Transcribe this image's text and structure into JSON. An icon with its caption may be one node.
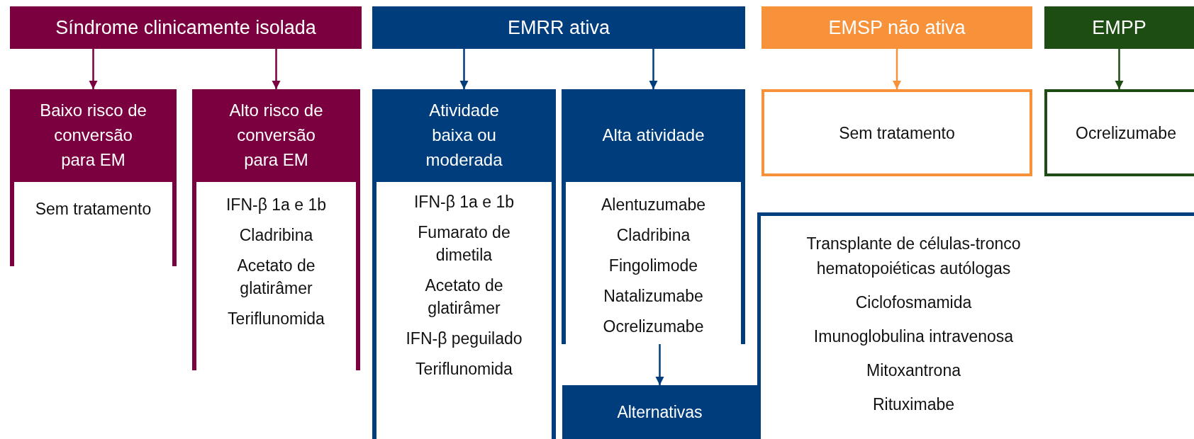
{
  "diagram": {
    "nodes": [
      {
        "text": [
          "Síndrome clinicamente isolada"
        ]
      },
      {
        "text": [
          "Baixo risco de conversão para EM",
          "Sem tratamento"
        ]
      },
      {
        "text": [
          "Alto risco de conversão para EM",
          "IFN-β 1a e 1b",
          "Cladribina",
          "Acetato de glatirâmer",
          "Teriflunomida"
        ]
      },
      {
        "text": [
          "EMRR ativa"
        ]
      },
      {
        "text": [
          "Atividade baixa ou moderada",
          "IFN-β 1a e 1b",
          "Fumarato de dimetila",
          "Acetato de glatirâmer",
          "IFN-β peguilado",
          "Teriflunomida"
        ]
      },
      {
        "text": [
          "Alta atividade",
          "Alentuzumabe",
          "Cladribina",
          "Fingolimode",
          "Natalizumabe",
          "Ocrelizumabe"
        ]
      },
      {
        "text": [
          "Alternativas"
        ]
      },
      {
        "text": [
          "Transplante de células-tronco hematopoiéticas autólogas",
          "Ciclofosmamida",
          "Imunoglobulina intravenosa",
          "Mitoxantrona",
          "Rituximabe"
        ]
      },
      {
        "text": [
          "EMSP não ativa"
        ]
      },
      {
        "text": [
          "Sem tratamento"
        ]
      },
      {
        "text": [
          "EMPP"
        ]
      },
      {
        "text": [
          "Ocrelizumabe"
        ]
      }
    ],
    "edges": [
      {
        "from": 0,
        "to": 1,
        "arrow": "to",
        "color": "#7b003f"
      },
      {
        "from": 0,
        "to": 2,
        "arrow": "to",
        "color": "#7b003f"
      },
      {
        "from": 3,
        "to": 4,
        "arrow": "to"
      },
      {
        "from": 3,
        "to": 5,
        "arrow": "to"
      },
      {
        "from": 5,
        "to": 6,
        "arrow": "to"
      },
      {
        "from": 8,
        "to": 9,
        "arrow": "to",
        "color": "#f7923a"
      },
      {
        "from": 10,
        "to": 11,
        "arrow": "to",
        "color": "#1e4d14"
      }
    ]
  }
}
